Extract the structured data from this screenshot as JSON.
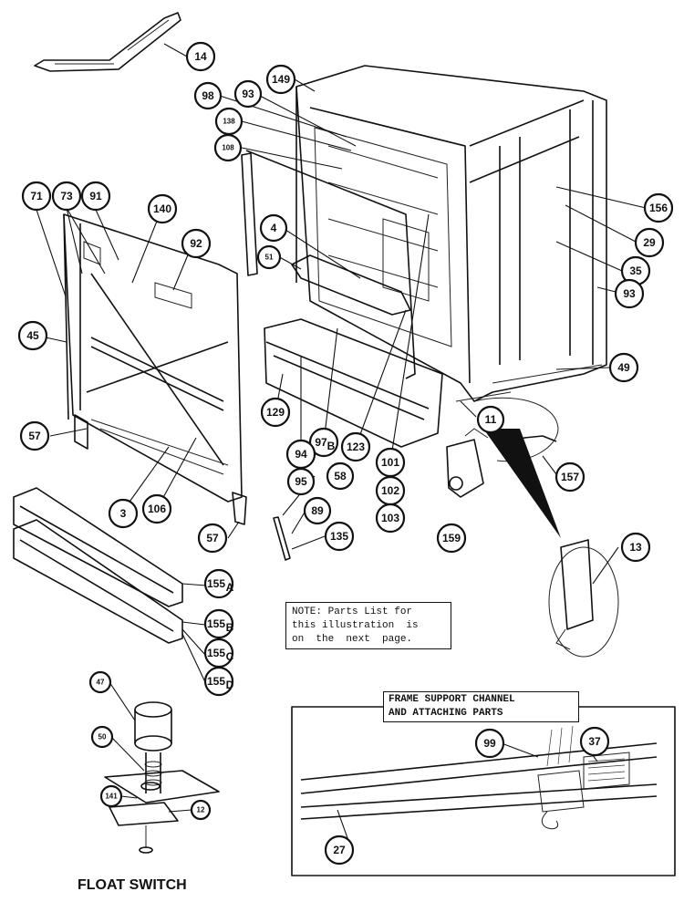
{
  "header_fragment": "",
  "note": {
    "line1": "NOTE: Parts List for",
    "line2": "this illustration  is",
    "line3": "on  the  next  page."
  },
  "frame_support": {
    "title_line1": "FRAME SUPPORT CHANNEL",
    "title_line2": "AND ATTACHING PARTS"
  },
  "float_switch_caption": "FLOAT SWITCH",
  "callouts": [
    {
      "id": "c14",
      "label": "14"
    },
    {
      "id": "c149",
      "label": "149"
    },
    {
      "id": "c98",
      "label": "98"
    },
    {
      "id": "c93a",
      "label": "93"
    },
    {
      "id": "c138",
      "label": "138"
    },
    {
      "id": "c108",
      "label": "108"
    },
    {
      "id": "c71",
      "label": "71"
    },
    {
      "id": "c73",
      "label": "73"
    },
    {
      "id": "c91",
      "label": "91"
    },
    {
      "id": "c140",
      "label": "140"
    },
    {
      "id": "c92",
      "label": "92"
    },
    {
      "id": "c4",
      "label": "4"
    },
    {
      "id": "c51",
      "label": "51"
    },
    {
      "id": "c156",
      "label": "156"
    },
    {
      "id": "c29",
      "label": "29"
    },
    {
      "id": "c35",
      "label": "35"
    },
    {
      "id": "c93b",
      "label": "93"
    },
    {
      "id": "c45",
      "label": "45"
    },
    {
      "id": "c49",
      "label": "49"
    },
    {
      "id": "c129",
      "label": "129"
    },
    {
      "id": "c11",
      "label": "11"
    },
    {
      "id": "c57a",
      "label": "57"
    },
    {
      "id": "c97",
      "label": "97",
      "suffix": "B"
    },
    {
      "id": "c123",
      "label": "123"
    },
    {
      "id": "c94",
      "label": "94"
    },
    {
      "id": "c101",
      "label": "101"
    },
    {
      "id": "c157",
      "label": "157"
    },
    {
      "id": "c95",
      "label": "95"
    },
    {
      "id": "c58",
      "label": "58"
    },
    {
      "id": "c102",
      "label": "102"
    },
    {
      "id": "c3",
      "label": "3"
    },
    {
      "id": "c106",
      "label": "106"
    },
    {
      "id": "c103",
      "label": "103"
    },
    {
      "id": "c89",
      "label": "89"
    },
    {
      "id": "c57b",
      "label": "57"
    },
    {
      "id": "c135",
      "label": "135"
    },
    {
      "id": "c159",
      "label": "159"
    },
    {
      "id": "c13",
      "label": "13"
    },
    {
      "id": "c155a",
      "label": "155",
      "suffix": "A"
    },
    {
      "id": "c155b",
      "label": "155",
      "suffix": "B"
    },
    {
      "id": "c155c",
      "label": "155",
      "suffix": "C"
    },
    {
      "id": "c155d",
      "label": "155",
      "suffix": "D"
    },
    {
      "id": "c47",
      "label": "47"
    },
    {
      "id": "c50",
      "label": "50"
    },
    {
      "id": "c141",
      "label": "141"
    },
    {
      "id": "c12",
      "label": "12"
    },
    {
      "id": "c99",
      "label": "99"
    },
    {
      "id": "c37",
      "label": "37"
    },
    {
      "id": "c27",
      "label": "27"
    }
  ]
}
